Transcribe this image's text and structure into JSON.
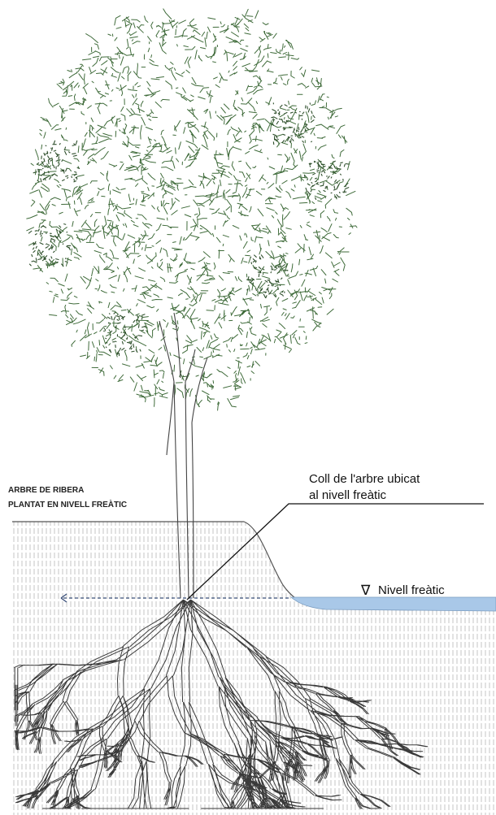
{
  "diagram": {
    "label_left_line1": "ARBRE DE RIBERA",
    "label_left_line2": "PLANTAT EN NIVELL FREÀTIC",
    "label_collar_line1": "Coll de l'arbre ubicat",
    "label_collar_line2": "al nivell freàtic",
    "label_water_symbol": "∇",
    "label_water": "Nivell freàtic"
  },
  "colors": {
    "foliage": "#3f6b3a",
    "ink": "#444444",
    "water": "#a9c8e8",
    "hatch": "#c8c8c8",
    "water_line": "#3a4f7a"
  }
}
